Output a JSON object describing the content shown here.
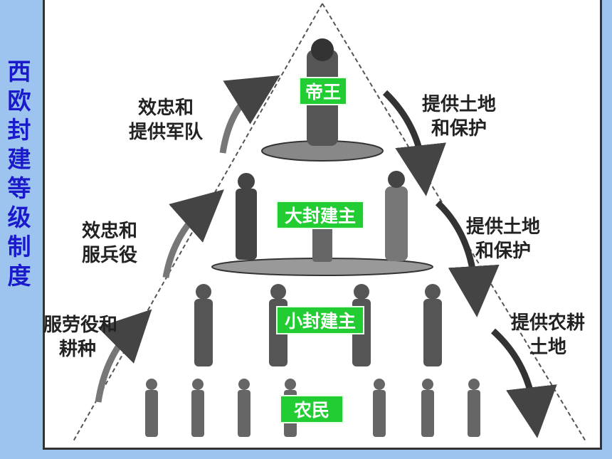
{
  "side_title": [
    "西",
    "欧",
    "封",
    "建",
    "等",
    "级",
    "制",
    "度"
  ],
  "tiers": {
    "emperor": "帝王",
    "great_lord": "大封建主",
    "small_lord": "小封建主",
    "peasant": "农民"
  },
  "left_labels": {
    "loyalty_army": [
      "效忠和",
      "提供军队"
    ],
    "loyalty_service": [
      "效忠和",
      "服兵役"
    ],
    "labor_farm": [
      "服劳役和",
      "耕种"
    ]
  },
  "right_labels": {
    "land_protect_1": [
      "提供土地",
      "和保护"
    ],
    "land_protect_2": [
      "提供土地",
      "和保护"
    ],
    "farmland": [
      "提供农耕",
      "土地"
    ]
  },
  "colors": {
    "background": "#9dc3ef",
    "title": "#1a1acc",
    "tier_box": "#22cc33"
  }
}
